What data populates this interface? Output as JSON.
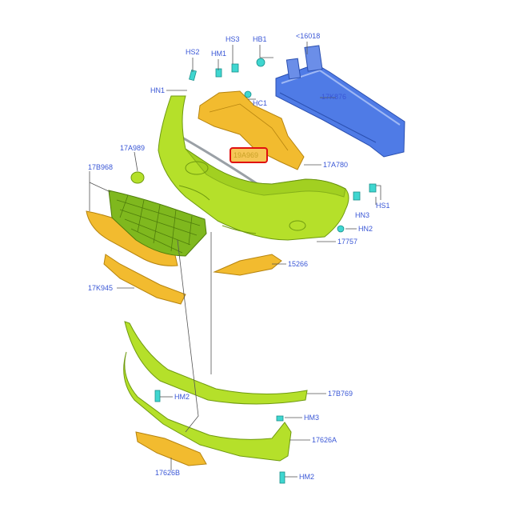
{
  "labels": {
    "hs2": "HS2",
    "hm1_top": "HM1",
    "hs3": "HS3",
    "hb1": "HB1",
    "n16018": "<16018",
    "hn1": "HN1",
    "hc1": "HC1",
    "n17k876": "17K876",
    "n17a989": "17A989",
    "n19a969": "19A969",
    "n17a780": "17A780",
    "n17b968": "17B968",
    "hn3": "HN3",
    "hs1": "HS1",
    "hn2": "HN2",
    "n17757": "17757",
    "n15266": "15266",
    "n17k945": "17K945",
    "n17b769": "17B769",
    "hm2_left": "HM2",
    "hm3": "HM3",
    "n17626a": "17626A",
    "n17626b": "17626B",
    "hm2_bottom": "HM2"
  },
  "colors": {
    "label_text": "#3a57d6",
    "highlight_box": "#e01010",
    "bumper_green": "#b5e02a",
    "bracket_orange": "#f2bb2f",
    "reinforcement_blue": "#4f7be6",
    "fastener_cyan": "#3fd6d0"
  }
}
